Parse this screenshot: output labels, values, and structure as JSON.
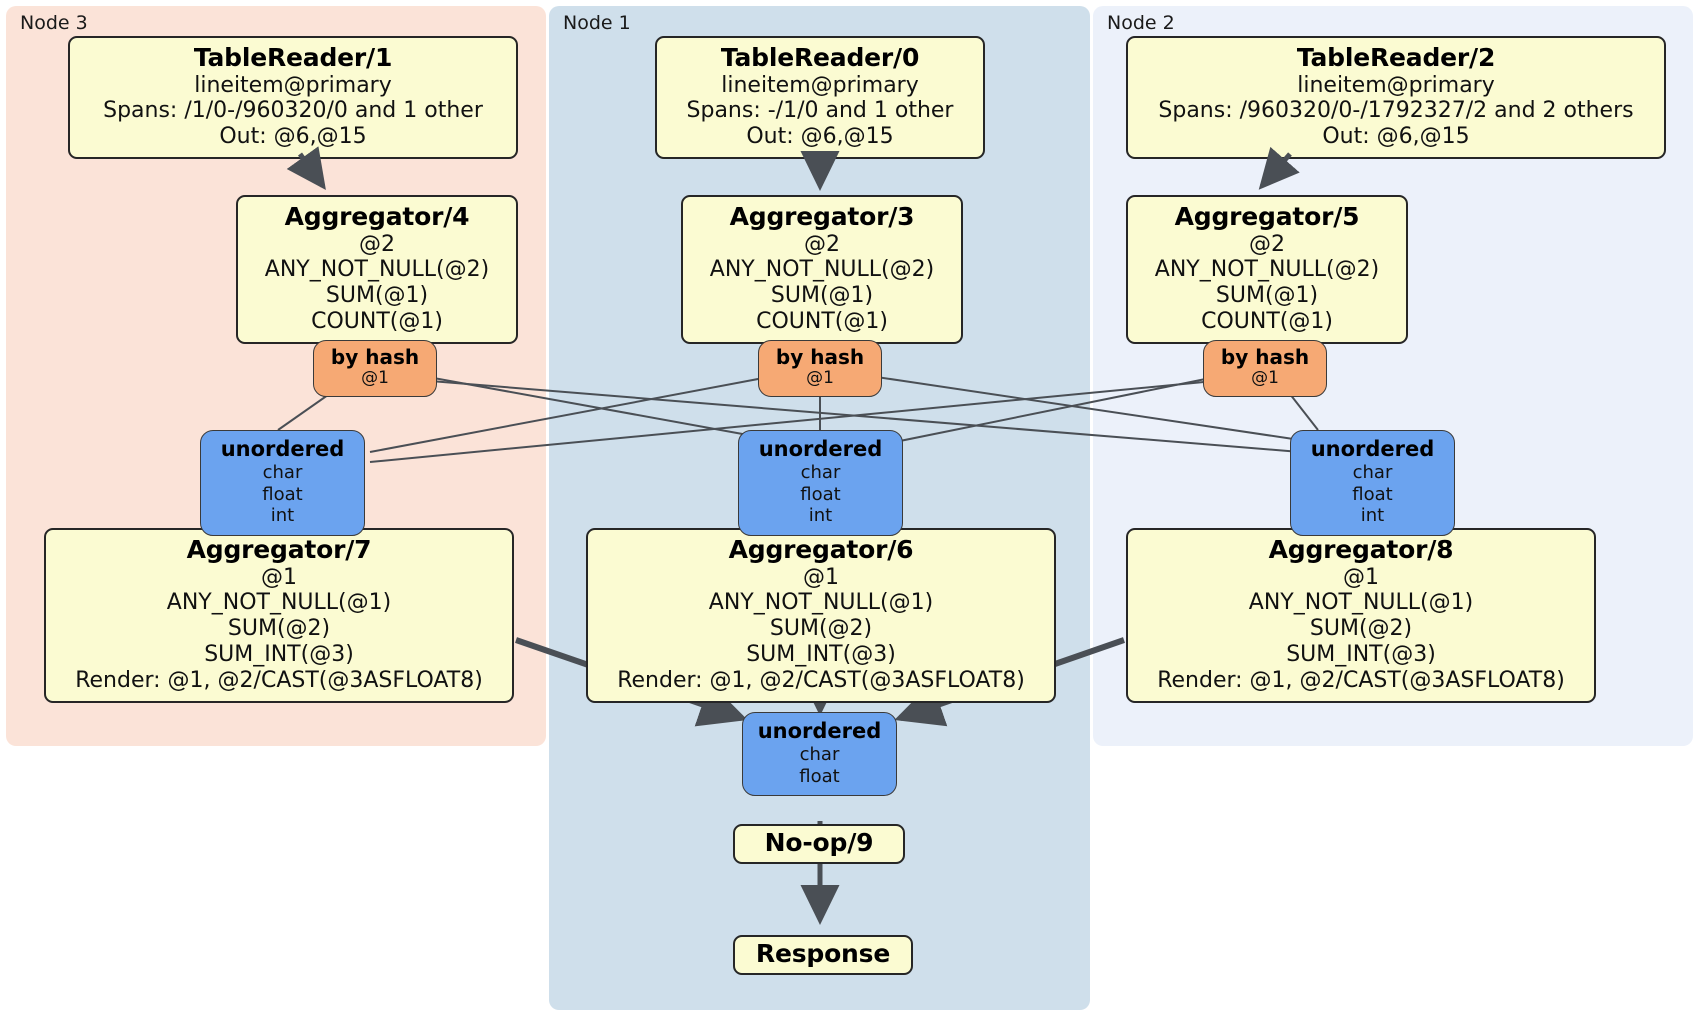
{
  "diagram": {
    "type": "distributed-query-plan",
    "colors": {
      "node3_bg": "#fbe3d8",
      "node1_bg": "#cfdfeb",
      "node2_bg": "#ecf1fa",
      "processor_bg": "#fbfbd2",
      "router_bg": "#f6a974",
      "sync_bg": "#6ba3ef",
      "edge": "#4a4f55",
      "border": "#262626"
    }
  },
  "regions": [
    {
      "id": "node3",
      "label": "Node 3"
    },
    {
      "id": "node1",
      "label": "Node 1"
    },
    {
      "id": "node2",
      "label": "Node 2"
    }
  ],
  "nodes": {
    "tablereader_1": {
      "title": "TableReader/1",
      "lines": [
        "lineitem@primary",
        "Spans: /1/0-/960320/0 and 1 other",
        "Out: @6,@15"
      ]
    },
    "tablereader_0": {
      "title": "TableReader/0",
      "lines": [
        "lineitem@primary",
        "Spans: -/1/0 and 1 other",
        "Out: @6,@15"
      ]
    },
    "tablereader_2": {
      "title": "TableReader/2",
      "lines": [
        "lineitem@primary",
        "Spans: /960320/0-/1792327/2 and 2 others",
        "Out: @6,@15"
      ]
    },
    "aggregator_4": {
      "title": "Aggregator/4",
      "lines": [
        "@2",
        "ANY_NOT_NULL(@2)",
        "SUM(@1)",
        "COUNT(@1)"
      ]
    },
    "aggregator_3": {
      "title": "Aggregator/3",
      "lines": [
        "@2",
        "ANY_NOT_NULL(@2)",
        "SUM(@1)",
        "COUNT(@1)"
      ]
    },
    "aggregator_5": {
      "title": "Aggregator/5",
      "lines": [
        "@2",
        "ANY_NOT_NULL(@2)",
        "SUM(@1)",
        "COUNT(@1)"
      ]
    },
    "aggregator_7": {
      "title": "Aggregator/7",
      "lines": [
        "@1",
        "ANY_NOT_NULL(@1)",
        "SUM(@2)",
        "SUM_INT(@3)",
        "Render: @1, @2/CAST(@3ASFLOAT8)"
      ]
    },
    "aggregator_6": {
      "title": "Aggregator/6",
      "lines": [
        "@1",
        "ANY_NOT_NULL(@1)",
        "SUM(@2)",
        "SUM_INT(@3)",
        "Render: @1, @2/CAST(@3ASFLOAT8)"
      ]
    },
    "aggregator_8": {
      "title": "Aggregator/8",
      "lines": [
        "@1",
        "ANY_NOT_NULL(@1)",
        "SUM(@2)",
        "SUM_INT(@3)",
        "Render: @1, @2/CAST(@3ASFLOAT8)"
      ]
    },
    "router_left": {
      "title": "by hash",
      "lines": [
        "@1"
      ]
    },
    "router_center": {
      "title": "by hash",
      "lines": [
        "@1"
      ]
    },
    "router_right": {
      "title": "by hash",
      "lines": [
        "@1"
      ]
    },
    "sync_left": {
      "title": "unordered",
      "lines": [
        "char",
        "float",
        "int"
      ]
    },
    "sync_center": {
      "title": "unordered",
      "lines": [
        "char",
        "float",
        "int"
      ]
    },
    "sync_right": {
      "title": "unordered",
      "lines": [
        "char",
        "float",
        "int"
      ]
    },
    "sync_final": {
      "title": "unordered",
      "lines": [
        "char",
        "float"
      ]
    },
    "noop_9": {
      "title": "No-op/9",
      "lines": []
    },
    "response": {
      "title": "Response",
      "lines": []
    }
  }
}
